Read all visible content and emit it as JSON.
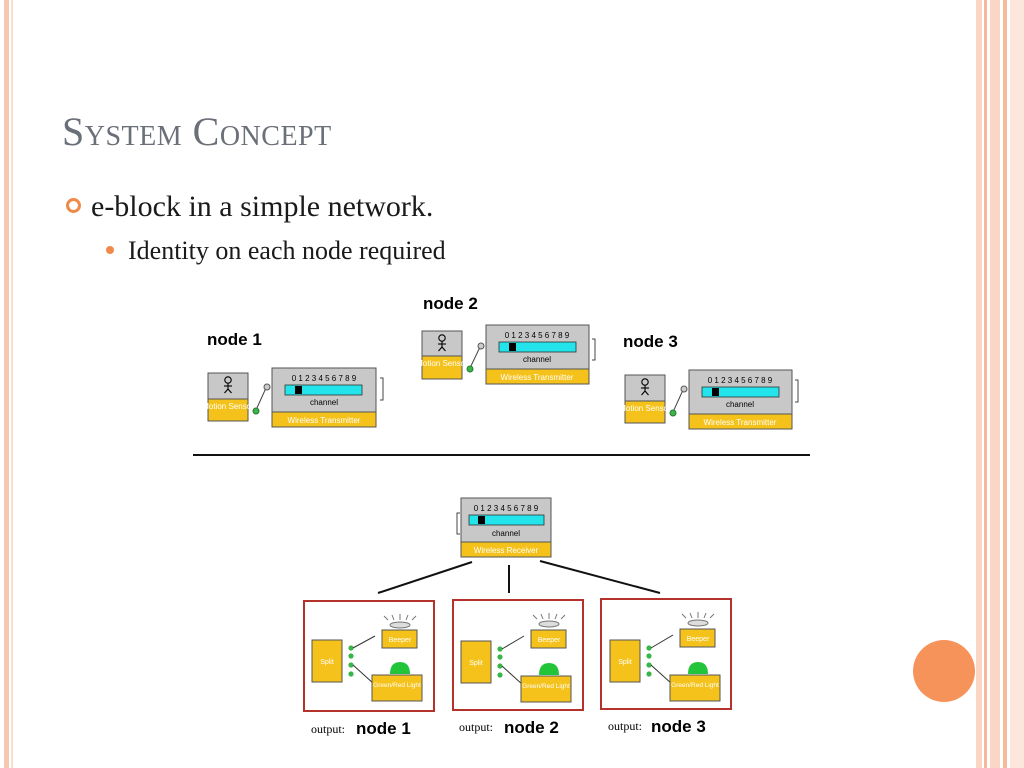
{
  "slide": {
    "title": "System Concept",
    "bullet1": "e-block in a simple network.",
    "bullet2": "Identity on each node required"
  },
  "diagram": {
    "node_labels": [
      "node 1",
      "node 2",
      "node 3"
    ],
    "motion_sensor_label": "Motion Sensor",
    "transmitter_label": "Wireless Transmitter",
    "receiver_label": "Wireless Receiver",
    "channel_label": "channel",
    "channel_digits": "0 1 2 3 4 5 6 7 8 9",
    "split_label": "Split",
    "beeper_label": "Beeper",
    "light_label": "Green/Red Light",
    "output_prefix": "output:",
    "outputs": [
      "node 1",
      "node 2",
      "node 3"
    ]
  },
  "colors": {
    "accent": "#f08a4b",
    "block_yellow": "#f4c21a",
    "channel_cyan": "#22e4ea",
    "output_border": "#b5322c"
  }
}
